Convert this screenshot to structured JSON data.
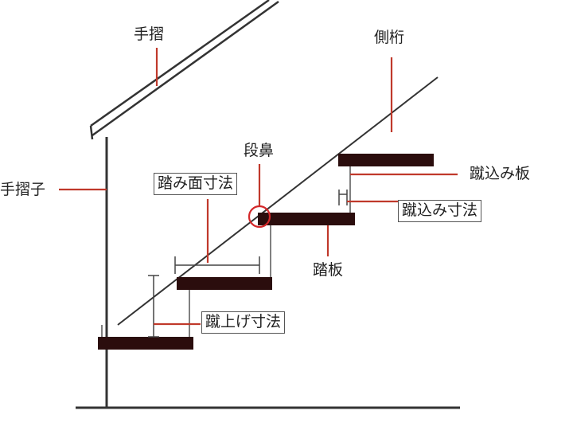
{
  "labels": {
    "handrail": "手摺",
    "handrail_post": "手摺子",
    "stringer": "側桁",
    "nosing": "段鼻",
    "tread_depth": "踏み面寸法",
    "riser_board": "蹴込み板",
    "riser_recess": "蹴込み寸法",
    "tread_board": "踏板",
    "riser_height": "蹴上げ寸法"
  },
  "colors": {
    "tread": "#2b0d0d",
    "line": "#333333",
    "leader": "#c0392b",
    "nosing_circle": "#d4282a"
  }
}
